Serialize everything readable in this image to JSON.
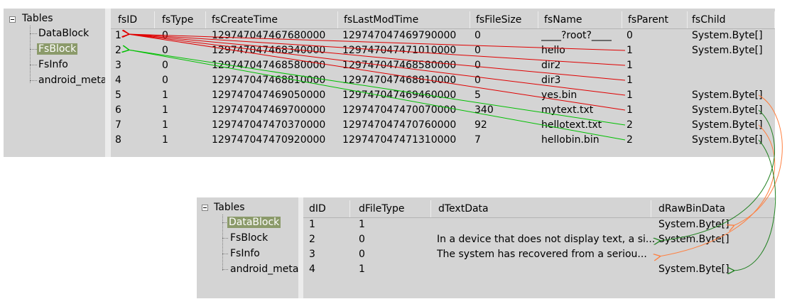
{
  "top": {
    "tree": {
      "root_label": "Tables",
      "items": [
        "DataBlock",
        "FsBlock",
        "FsInfo",
        "android_metadata"
      ],
      "selected": "FsBlock"
    },
    "columns": [
      "fsID",
      "fsType",
      "fsCreateTime",
      "fsLastModTime",
      "fsFileSize",
      "fsName",
      "fsParent",
      "fsChild"
    ],
    "rows": [
      [
        "1",
        "0",
        "129747047467680000",
        "129747047469790000",
        "0",
        "____?root?____",
        "0",
        "System.Byte[]"
      ],
      [
        "2",
        "0",
        "129747047468340000",
        "129747047471010000",
        "0",
        "hello",
        "1",
        "System.Byte[]"
      ],
      [
        "3",
        "0",
        "129747047468580000",
        "129747047468580000",
        "0",
        "dir2",
        "1",
        ""
      ],
      [
        "4",
        "0",
        "129747047468810000",
        "129747047468810000",
        "0",
        "dir3",
        "1",
        ""
      ],
      [
        "5",
        "1",
        "129747047469050000",
        "129747047469460000",
        "5",
        "yes.bin",
        "1",
        "System.Byte[]"
      ],
      [
        "6",
        "1",
        "129747047469700000",
        "129747047470070000",
        "340",
        "mytext.txt",
        "1",
        "System.Byte[]"
      ],
      [
        "7",
        "1",
        "129747047470370000",
        "129747047470760000",
        "92",
        "hellotext.txt",
        "2",
        "System.Byte[]"
      ],
      [
        "8",
        "1",
        "129747047470920000",
        "129747047471310000",
        "7",
        "hellobin.bin",
        "2",
        "System.Byte[]"
      ]
    ]
  },
  "bottom": {
    "tree": {
      "root_label": "Tables",
      "items": [
        "DataBlock",
        "FsBlock",
        "FsInfo",
        "android_metadata"
      ],
      "selected": "DataBlock"
    },
    "columns": [
      "dID",
      "dFileType",
      "dTextData",
      "dRawBinData"
    ],
    "rows": [
      [
        "1",
        "1",
        "",
        "System.Byte[]"
      ],
      [
        "2",
        "0",
        "In a device that does not display text, a si...",
        "System.Byte[]"
      ],
      [
        "3",
        "0",
        "The system has recovered from a seriou...",
        ""
      ],
      [
        "4",
        "1",
        "",
        "System.Byte[]"
      ]
    ]
  },
  "colors": {
    "panel_bg": "#d4d4d4",
    "selected_bg": "#8b9a6a",
    "red_arrow": "#e00000",
    "green_arrow": "#00c000",
    "orange_arrow": "#ff7f3f",
    "dark_green_arrow": "#208020"
  },
  "icons": [
    "tree-collapse-icon"
  ]
}
